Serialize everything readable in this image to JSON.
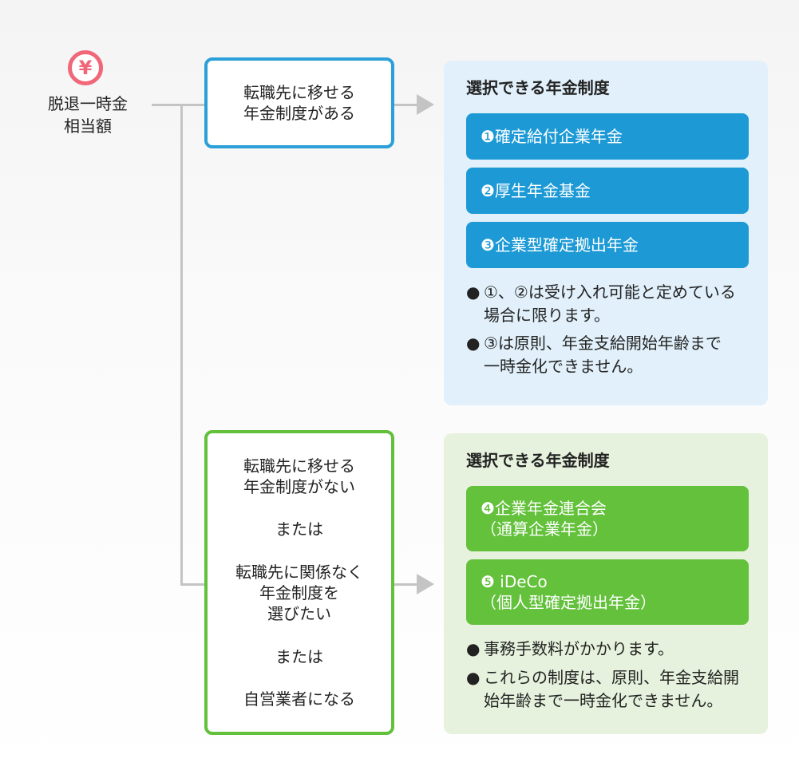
{
  "source": {
    "icon_symbol": "¥",
    "label_line1": "脱退一時金",
    "label_line2": "相当額"
  },
  "condition_top": {
    "line1": "転職先に移せる",
    "line2": "年金制度がある"
  },
  "condition_bottom": {
    "opt1_line1": "転職先に移せる",
    "opt1_line2": "年金制度がない",
    "or1": "または",
    "opt2_line1": "転職先に関係なく",
    "opt2_line2": "年金制度を",
    "opt2_line3": "選びたい",
    "or2": "または",
    "opt3": "自営業者になる"
  },
  "panel_top": {
    "title": "選択できる年金制度",
    "plans": [
      "❶確定給付企業年金",
      "❷厚生年金基金",
      "❸企業型確定拠出年金"
    ],
    "notes": [
      {
        "bullet": "●",
        "line1": "①、②は受け入れ可能と定めている",
        "line2": "場合に限ります。"
      },
      {
        "bullet": "●",
        "line1": "③は原則、年金支給開始年齢まで",
        "line2": "一時金化できません。"
      }
    ]
  },
  "panel_bottom": {
    "title": "選択できる年金制度",
    "plans": [
      {
        "line1": "❹企業年金連合会",
        "line2": "（通算企業年金）"
      },
      {
        "line1": "❺ iDeCo",
        "line2": "（個人型確定拠出年金）"
      }
    ],
    "notes": [
      {
        "bullet": "●",
        "line1": "事務手数料がかかります。",
        "line2": ""
      },
      {
        "bullet": "●",
        "line1": "これらの制度は、原則、年金支給開",
        "line2": "始年齢まで一時金化できません。"
      }
    ]
  },
  "colors": {
    "accent_pink": "#f0677a",
    "blue": "#1d9ad6",
    "green": "#63c13b",
    "connector": "#c4c4c4"
  }
}
